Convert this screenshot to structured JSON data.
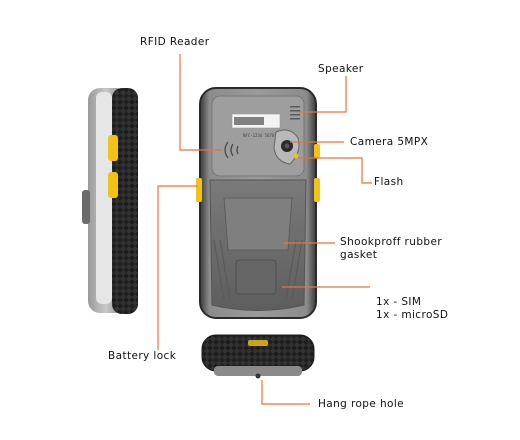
{
  "labels": {
    "rfid": "RFID Reader",
    "speaker": "Speaker",
    "camera": "Camera 5MPX",
    "flash": "Flash",
    "gasket_line1": "Shookproff rubber",
    "gasket_line2": "gasket",
    "sim_line1": "1x - SIM",
    "sim_line2": "1x - microSD",
    "battery_lock": "Battery lock",
    "hang_rope": "Hang rope hole"
  },
  "device": {
    "sticker_text": "NFC-1234 5678"
  },
  "colors": {
    "leader_line": "#e8743b",
    "body_dark": "#2b2b2b",
    "body_grey": "#8d8d8d",
    "cover_grey": "#6f6f6f",
    "accent_yellow": "#f2c215",
    "text": "#111111"
  }
}
